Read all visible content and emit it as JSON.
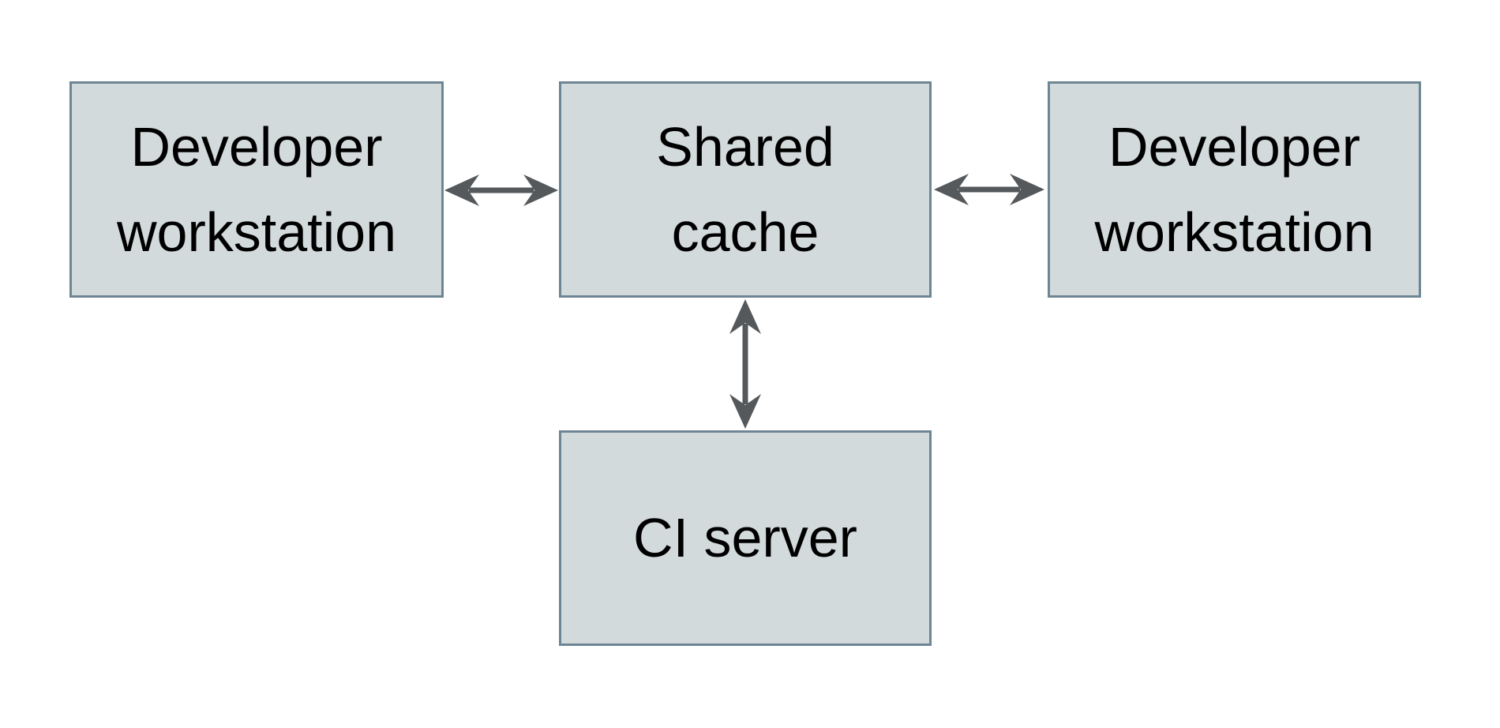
{
  "diagram": {
    "nodes": {
      "dev_left": {
        "label": "Developer workstation",
        "line1": "Developer",
        "line2": "workstation"
      },
      "cache": {
        "label": "Shared cache",
        "line1": "Shared",
        "line2": "cache"
      },
      "dev_right": {
        "label": "Developer workstation",
        "line1": "Developer",
        "line2": "workstation"
      },
      "ci": {
        "label": "CI server",
        "line1": "CI server",
        "line2": ""
      }
    },
    "arrows": [
      {
        "name": "dev-left-to-shared-cache",
        "from": "dev_left",
        "to": "cache",
        "type": "bidirectional",
        "orientation": "horizontal"
      },
      {
        "name": "shared-cache-to-dev-right",
        "from": "cache",
        "to": "dev_right",
        "type": "bidirectional",
        "orientation": "horizontal"
      },
      {
        "name": "shared-cache-to-ci-server",
        "from": "cache",
        "to": "ci",
        "type": "bidirectional",
        "orientation": "vertical"
      }
    ]
  },
  "colors": {
    "background": "#ffffff",
    "node_fill": "#d3dadc",
    "node_border": "#6e8594",
    "arrow": "#55595c",
    "text": "#000000"
  }
}
